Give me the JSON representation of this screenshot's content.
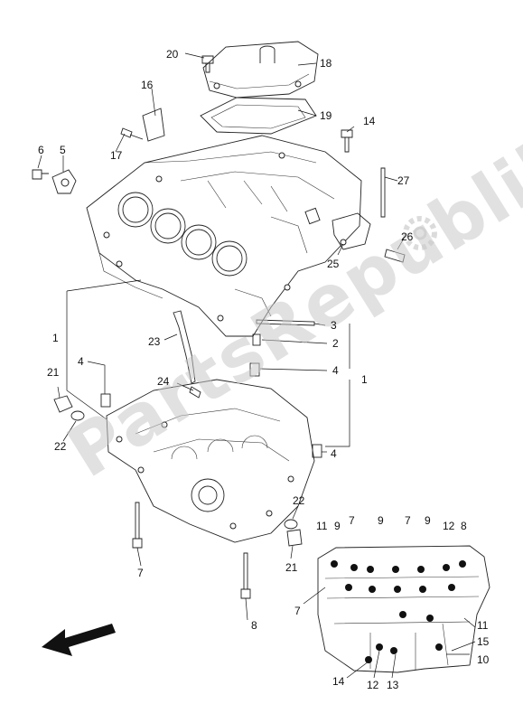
{
  "watermark": "PartsRepublik",
  "callouts": {
    "c20": "20",
    "c18": "18",
    "c16": "16",
    "c19": "19",
    "c14a": "14",
    "c6": "6",
    "c5": "5",
    "c17": "17",
    "c27": "27",
    "c26": "26",
    "c25": "25",
    "c1a": "1",
    "c3": "3",
    "c2": "2",
    "c23": "23",
    "c4a": "4",
    "c4b": "4",
    "c1b": "1",
    "c21a": "21",
    "c24": "24",
    "c22a": "22",
    "c4c": "4",
    "c22b": "22",
    "c21b": "21",
    "c7a": "7",
    "c8a": "8",
    "d11a": "11",
    "d9a": "9",
    "d7a": "7",
    "d9b": "9",
    "d7b": "7",
    "d9c": "9",
    "d12a": "12",
    "d8": "8",
    "d7c": "7",
    "d11b": "11",
    "d15": "15",
    "d10": "10",
    "d14": "14",
    "d12b": "12",
    "d13": "13"
  },
  "colors": {
    "line": "#222222",
    "watermark": "#c8c8c8"
  },
  "icons": {
    "direction": "front-direction-arrow-icon",
    "gear": "gear-watermark-icon"
  }
}
